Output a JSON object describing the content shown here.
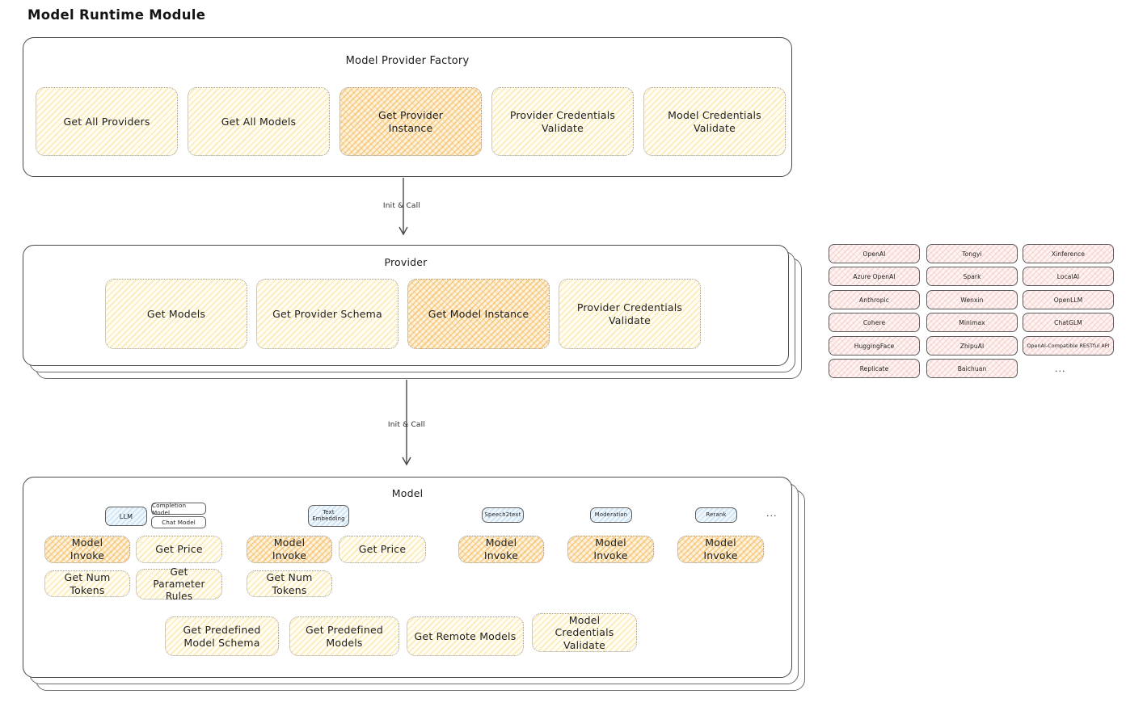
{
  "title": "Model Runtime Module",
  "colors": {
    "stroke": "#4a4a4a",
    "yellow_fill": "#fffdf4",
    "yellow_hatch": "#f6d46a",
    "orange_fill": "#fdf3dd",
    "orange_hatch": "#f3a83b",
    "pink_fill": "#fdf4f3",
    "pink_hatch": "#eba099",
    "blue_fill": "#f0f7fc",
    "blue_hatch": "#8cbee4"
  },
  "arrows": [
    {
      "label": "Init & Call"
    },
    {
      "label": "Init & Call"
    }
  ],
  "factory": {
    "title": "Model Provider Factory",
    "boxes": [
      {
        "label": "Get All Providers",
        "variant": "yellow"
      },
      {
        "label": "Get All Models",
        "variant": "yellow"
      },
      {
        "label": "Get Provider Instance",
        "variant": "orange"
      },
      {
        "label": "Provider Credentials Validate",
        "variant": "yellow"
      },
      {
        "label": "Model Credentials Validate",
        "variant": "yellow"
      }
    ]
  },
  "provider": {
    "title": "Provider",
    "boxes": [
      {
        "label": "Get Models",
        "variant": "yellow"
      },
      {
        "label": "Get Provider Schema",
        "variant": "yellow"
      },
      {
        "label": "Get Model Instance",
        "variant": "orange"
      },
      {
        "label": "Provider Credentials Validate",
        "variant": "yellow"
      }
    ]
  },
  "providers_grid": {
    "items": [
      "OpenAI",
      "Tongyi",
      "Xinference",
      "Azure OpenAI",
      "Spark",
      "LocalAI",
      "Anthropic",
      "Wenxin",
      "OpenLLM",
      "Cohere",
      "Minimax",
      "ChatGLM",
      "HuggingFace",
      "ZhipuAI",
      "OpenAI-Compatible RESTful API",
      "Replicate",
      "Baichuan"
    ],
    "more": "..."
  },
  "model": {
    "title": "Model",
    "tabs": [
      {
        "label": "LLM"
      },
      {
        "label": "Completion Model"
      },
      {
        "label": "Chat Model"
      },
      {
        "label": "Text Embedding"
      },
      {
        "label": "Speech2text"
      },
      {
        "label": "Moderation"
      },
      {
        "label": "Rerank"
      }
    ],
    "tabs_more": "...",
    "llm": {
      "boxes": [
        "Model Invoke",
        "Get Price",
        "Get Num Tokens",
        "Get Parameter Rules"
      ]
    },
    "text_embedding": {
      "boxes": [
        "Model Invoke",
        "Get Price",
        "Get Num Tokens"
      ]
    },
    "speech2text": {
      "boxes": [
        "Model Invoke"
      ]
    },
    "moderation": {
      "boxes": [
        "Model Invoke"
      ]
    },
    "rerank": {
      "boxes": [
        "Model Invoke"
      ]
    },
    "common": {
      "boxes": [
        "Get Predefined Model Schema",
        "Get Predefined Models",
        "Get Remote Models",
        "Model Credentials Validate"
      ]
    }
  }
}
